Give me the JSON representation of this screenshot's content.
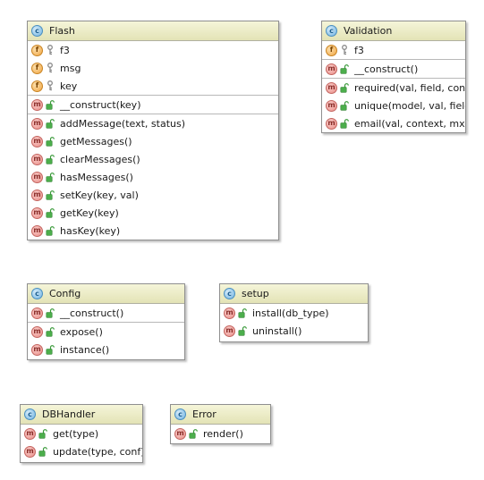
{
  "classes": {
    "flash": {
      "name": "Flash",
      "fields": [
        "f3",
        "msg",
        "key"
      ],
      "constructor": "__construct(key)",
      "methods": [
        "addMessage(text, status)",
        "getMessages()",
        "clearMessages()",
        "hasMessages()",
        "setKey(key, val)",
        "getKey(key)",
        "hasKey(key)"
      ]
    },
    "validation": {
      "name": "Validation",
      "fields": [
        "f3"
      ],
      "constructor": "__construct()",
      "methods": [
        "required(val, field, contex",
        "unique(model, val, field, c",
        "email(val, context, mx)"
      ]
    },
    "config": {
      "name": "Config",
      "constructor": "__construct()",
      "methods": [
        "expose()",
        "instance()"
      ]
    },
    "setup": {
      "name": "setup",
      "methods": [
        "install(db_type)",
        "uninstall()"
      ]
    },
    "dbhandler": {
      "name": "DBHandler",
      "methods": [
        "get(type)",
        "update(type, conf)"
      ]
    },
    "error": {
      "name": "Error",
      "methods": [
        "render()"
      ]
    }
  },
  "icons": {
    "class": "c",
    "field": "f",
    "method": "m"
  },
  "colors": {
    "header_bg": "#e8e8c0",
    "class_icon": "#6fb2e0",
    "field_icon": "#f0a440",
    "method_icon": "#e88b86",
    "public_icon": "#3a9a3a"
  }
}
